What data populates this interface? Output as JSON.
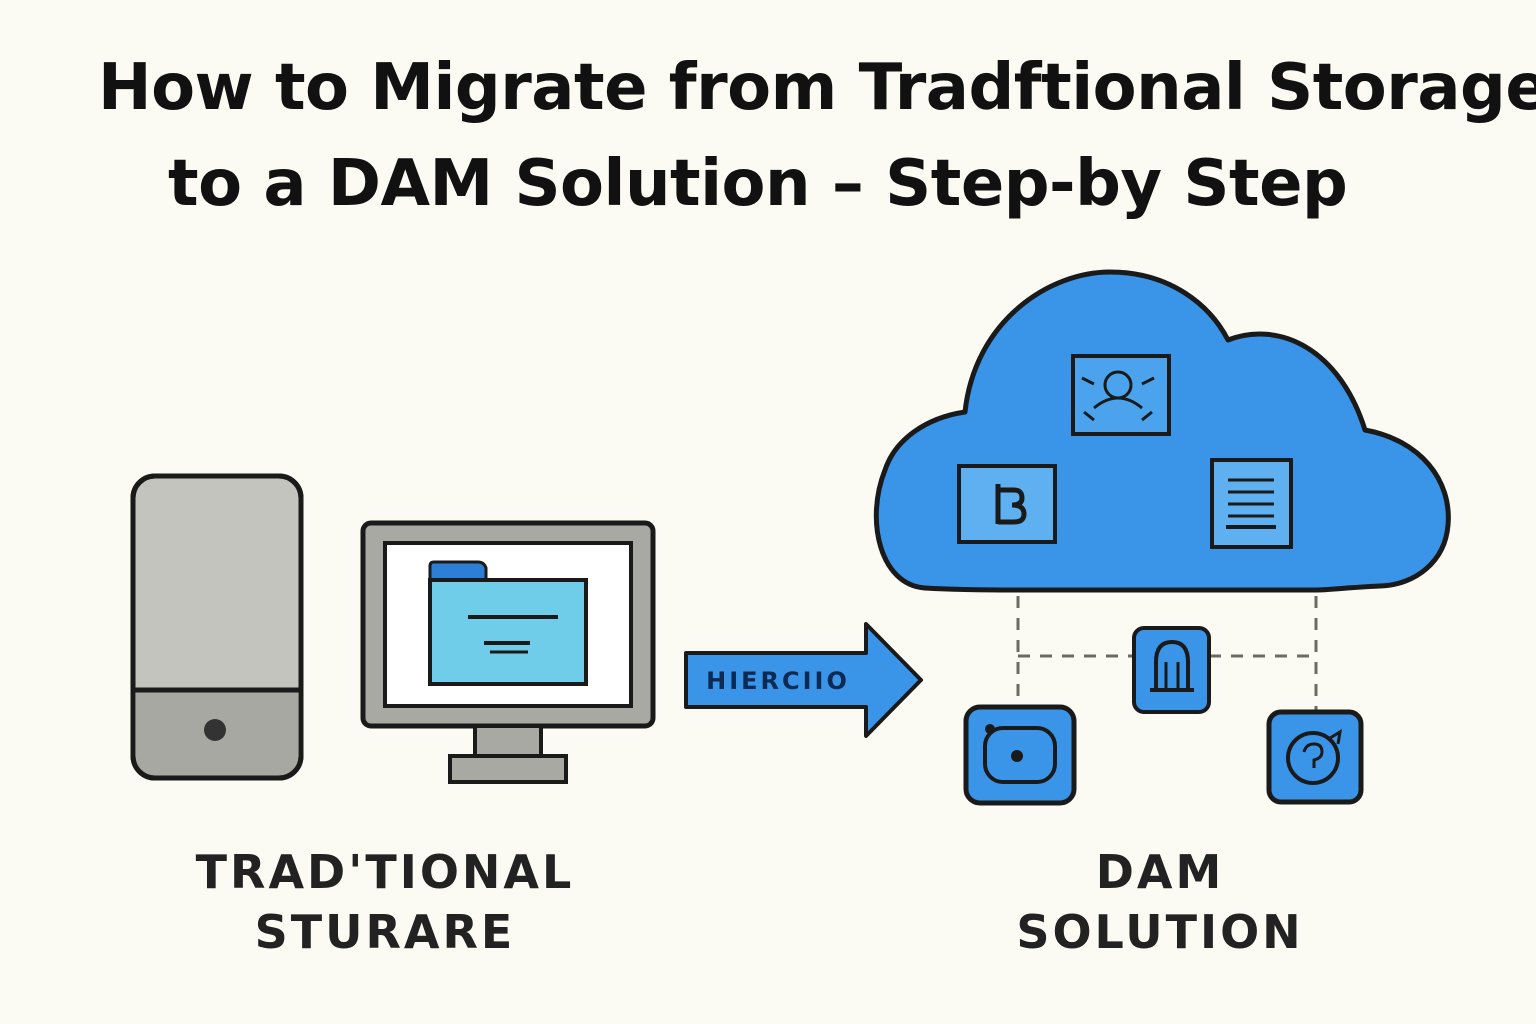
{
  "title": {
    "line1": "How to Migrate from Tradftional Storage",
    "line2": "to a DAM Solution – Step-by Step"
  },
  "arrow": {
    "label": "HIERCIIO"
  },
  "left": {
    "caption_line1": "TRAD'TIONAL",
    "caption_line2": "STURARE"
  },
  "right": {
    "caption_line1": "DAM",
    "caption_line2": "SOLUTION"
  },
  "colors": {
    "accent": "#3a95e8",
    "outline": "#1a1a1a",
    "tower_light": "#c4c4bf",
    "tower_dark": "#a8a8a2",
    "folder": "#6fcdea"
  }
}
